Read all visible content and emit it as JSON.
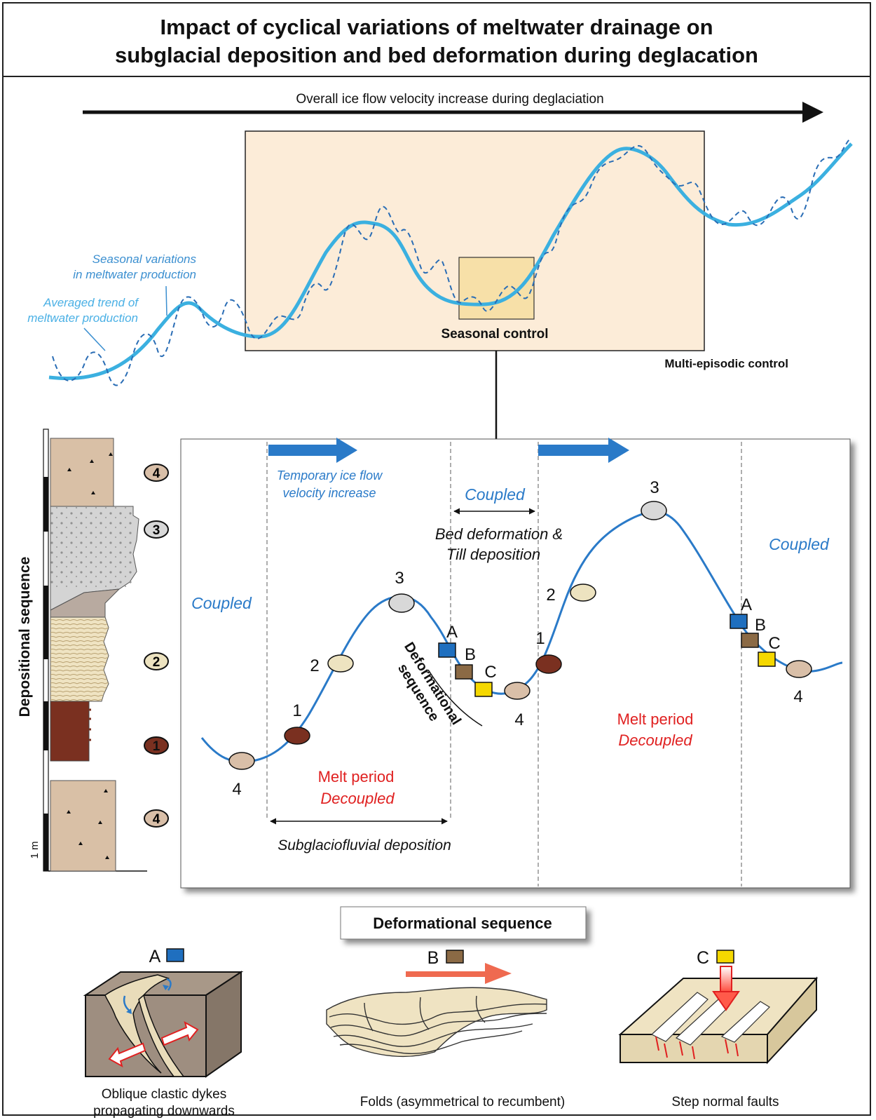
{
  "title_line1": "Impact of cyclical variations of meltwater drainage on",
  "title_line2": "subglacial deposition and bed deformation during deglacation",
  "top": {
    "velocity_arrow_label": "Overall ice flow velocity increase during deglaciation",
    "seasonal_label_1": "Seasonal variations",
    "seasonal_label_2": "in meltwater production",
    "averaged_label_1": "Averaged trend of",
    "averaged_label_2": "meltwater production",
    "seasonal_control": "Seasonal control",
    "multi_episodic_control": "Multi-episodic control"
  },
  "log": {
    "axis_label": "Depositional sequence",
    "scale_label": "1 m",
    "units": [
      "4",
      "3",
      "2",
      "1",
      "4"
    ]
  },
  "panel": {
    "temporary_1": "Temporary ice flow",
    "temporary_2": "velocity increase",
    "coupled_left": "Coupled",
    "coupled_mid": "Coupled",
    "coupled_right": "Coupled",
    "bed_def_1": "Bed deformation &",
    "bed_def_2": "Till deposition",
    "melt_1a": "Melt period",
    "melt_1b": "Decoupled",
    "melt_2a": "Melt period",
    "melt_2b": "Decoupled",
    "subglacio": "Subglaciofluvial deposition",
    "def_seq_1": "Deformational",
    "def_seq_2": "sequence",
    "point_labels": [
      "4",
      "1",
      "2",
      "3",
      "A",
      "B",
      "C",
      "4",
      "1",
      "2",
      "3",
      "A",
      "B",
      "C",
      "4"
    ]
  },
  "bottom": {
    "heading": "Deformational sequence",
    "a_label": "A",
    "b_label": "B",
    "c_label": "C",
    "a_caption_1": "Oblique clastic dykes",
    "a_caption_2": "propagating downwards",
    "b_caption": "Folds (asymmetrical to recumbent)",
    "c_caption": "Step normal faults"
  },
  "colors": {
    "curve": "#3bb0e0",
    "dark_blue": "#2a6db5",
    "melt_red": "#e02020",
    "box_fill": "#fcecd8",
    "square_a": "#1f6fbf",
    "square_b": "#8b6a45",
    "square_c": "#f5d800",
    "oval_1": "#7a3020",
    "oval_2": "#ede3c0",
    "oval_3": "#d8d8d8",
    "oval_4": "#d9bfa8"
  }
}
